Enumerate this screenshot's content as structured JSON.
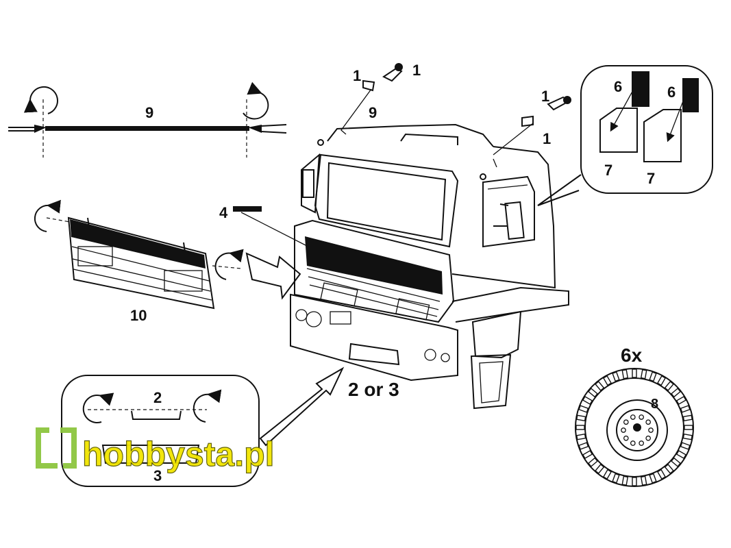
{
  "callouts": {
    "tow_cable": "9",
    "tow_cable_cab": "9",
    "mirror_left": "1",
    "mirror_left_part": "1",
    "mirror_right": "1",
    "mirror_right_part": "1",
    "grille_insert": "10",
    "plate": "4",
    "bumper_step": "2 or 3",
    "inset_step_top": "2",
    "inset_step_bottom": "3",
    "mirror_glass_left": "6",
    "mirror_glass_right": "6",
    "mirror_frame_left": "7",
    "mirror_frame_right": "7",
    "wheel_count": "6x",
    "wheel_hub": "8"
  },
  "watermark": {
    "text": "hobbysta.pl",
    "color": "#f2e500",
    "icon_color": "#8dc63f"
  },
  "colors": {
    "line": "#111111",
    "background": "#ffffff"
  }
}
